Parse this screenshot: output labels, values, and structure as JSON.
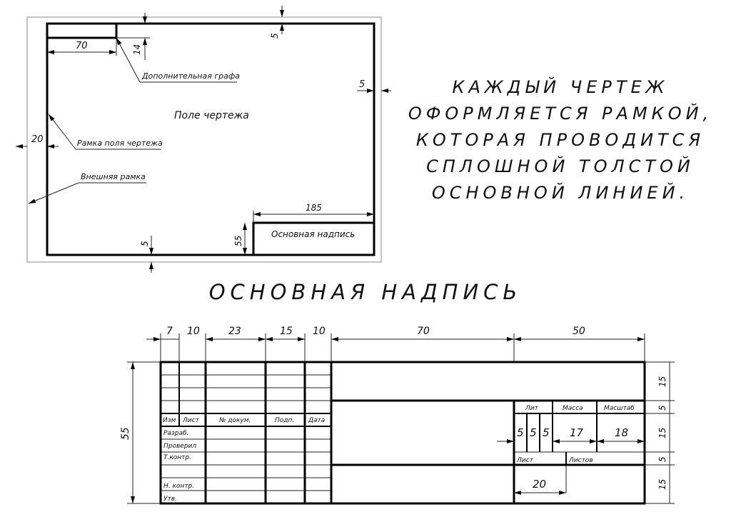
{
  "frame_diagram": {
    "labels": {
      "additional_column": "Дополнительная графа",
      "drawing_field": "Поле чертежа",
      "drawing_field_frame": "Рамка поля чертежа",
      "outer_frame": "Внешняя рамка",
      "title_block": "Основная надпись"
    },
    "dimensions": {
      "additional_width": "70",
      "additional_height": "14",
      "top_margin": "5",
      "right_margin": "5",
      "left_margin": "20",
      "bottom_margin": "5",
      "title_block_width": "185",
      "title_block_height": "55"
    }
  },
  "intro_text": [
    "КАЖДЫЙ ЧЕРТЕЖ",
    "ОФОРМЛЯЕТСЯ РАМКОЙ,",
    "КОТОРАЯ ПРОВОДИТСЯ",
    "СПЛОШНОЙ ТОЛСТОЙ",
    "ОСНОВНОЙ ЛИНИЕЙ."
  ],
  "section_title": "ОСНОВНАЯ НАДПИСЬ",
  "title_block": {
    "column_widths": [
      "7",
      "10",
      "23",
      "15",
      "10",
      "70",
      "50"
    ],
    "total_height": "55",
    "row_heights": [
      "15",
      "5",
      "15",
      "5",
      "15"
    ],
    "header": [
      "Изм",
      "Лист",
      "№ докум.",
      "Подп.",
      "Дата"
    ],
    "row_labels": [
      "Разраб.",
      "Проверил",
      "Т.контр.",
      "Н. контр.",
      "Утв."
    ],
    "right_headers": [
      "Лит",
      "Масса",
      "Масштаб"
    ],
    "lit_widths": [
      "5",
      "5",
      "5"
    ],
    "mass_width": "17",
    "scale_width": "18",
    "sheet_label": "Лист",
    "sheets_label": "Листов",
    "sheet_width": "20"
  }
}
